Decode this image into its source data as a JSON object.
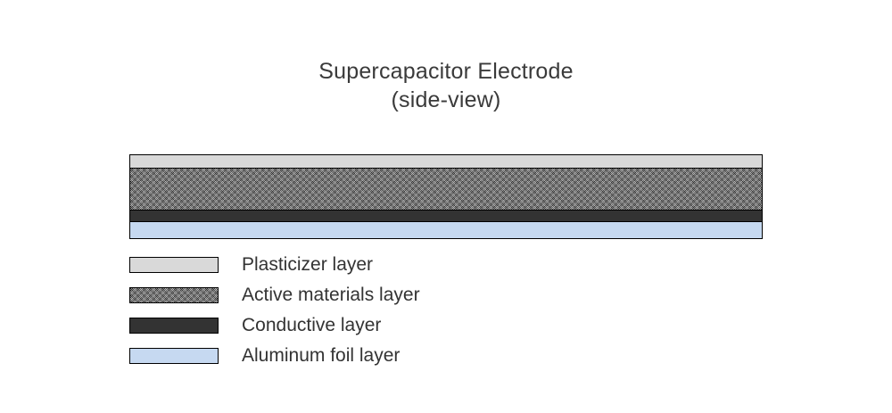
{
  "title": {
    "line1": "Supercapacitor Electrode",
    "line2": "(side-view)",
    "color": "#3a3a3a"
  },
  "layers": [
    {
      "id": "plasticizer",
      "legend_label": "Plasticizer layer",
      "fill": "#d9d9d9",
      "pattern": "solid",
      "border_color": "#000000"
    },
    {
      "id": "active-materials",
      "legend_label": "Active materials layer",
      "fill": "#474747",
      "pattern": "woven-checker",
      "border_color": "#000000"
    },
    {
      "id": "conductive",
      "legend_label": "Conductive layer",
      "fill": "#333333",
      "pattern": "solid",
      "border_color": "#000000"
    },
    {
      "id": "aluminum-foil",
      "legend_label": "Aluminum foil layer",
      "fill": "#c6d9f1",
      "pattern": "solid",
      "border_color": "#000000"
    }
  ]
}
